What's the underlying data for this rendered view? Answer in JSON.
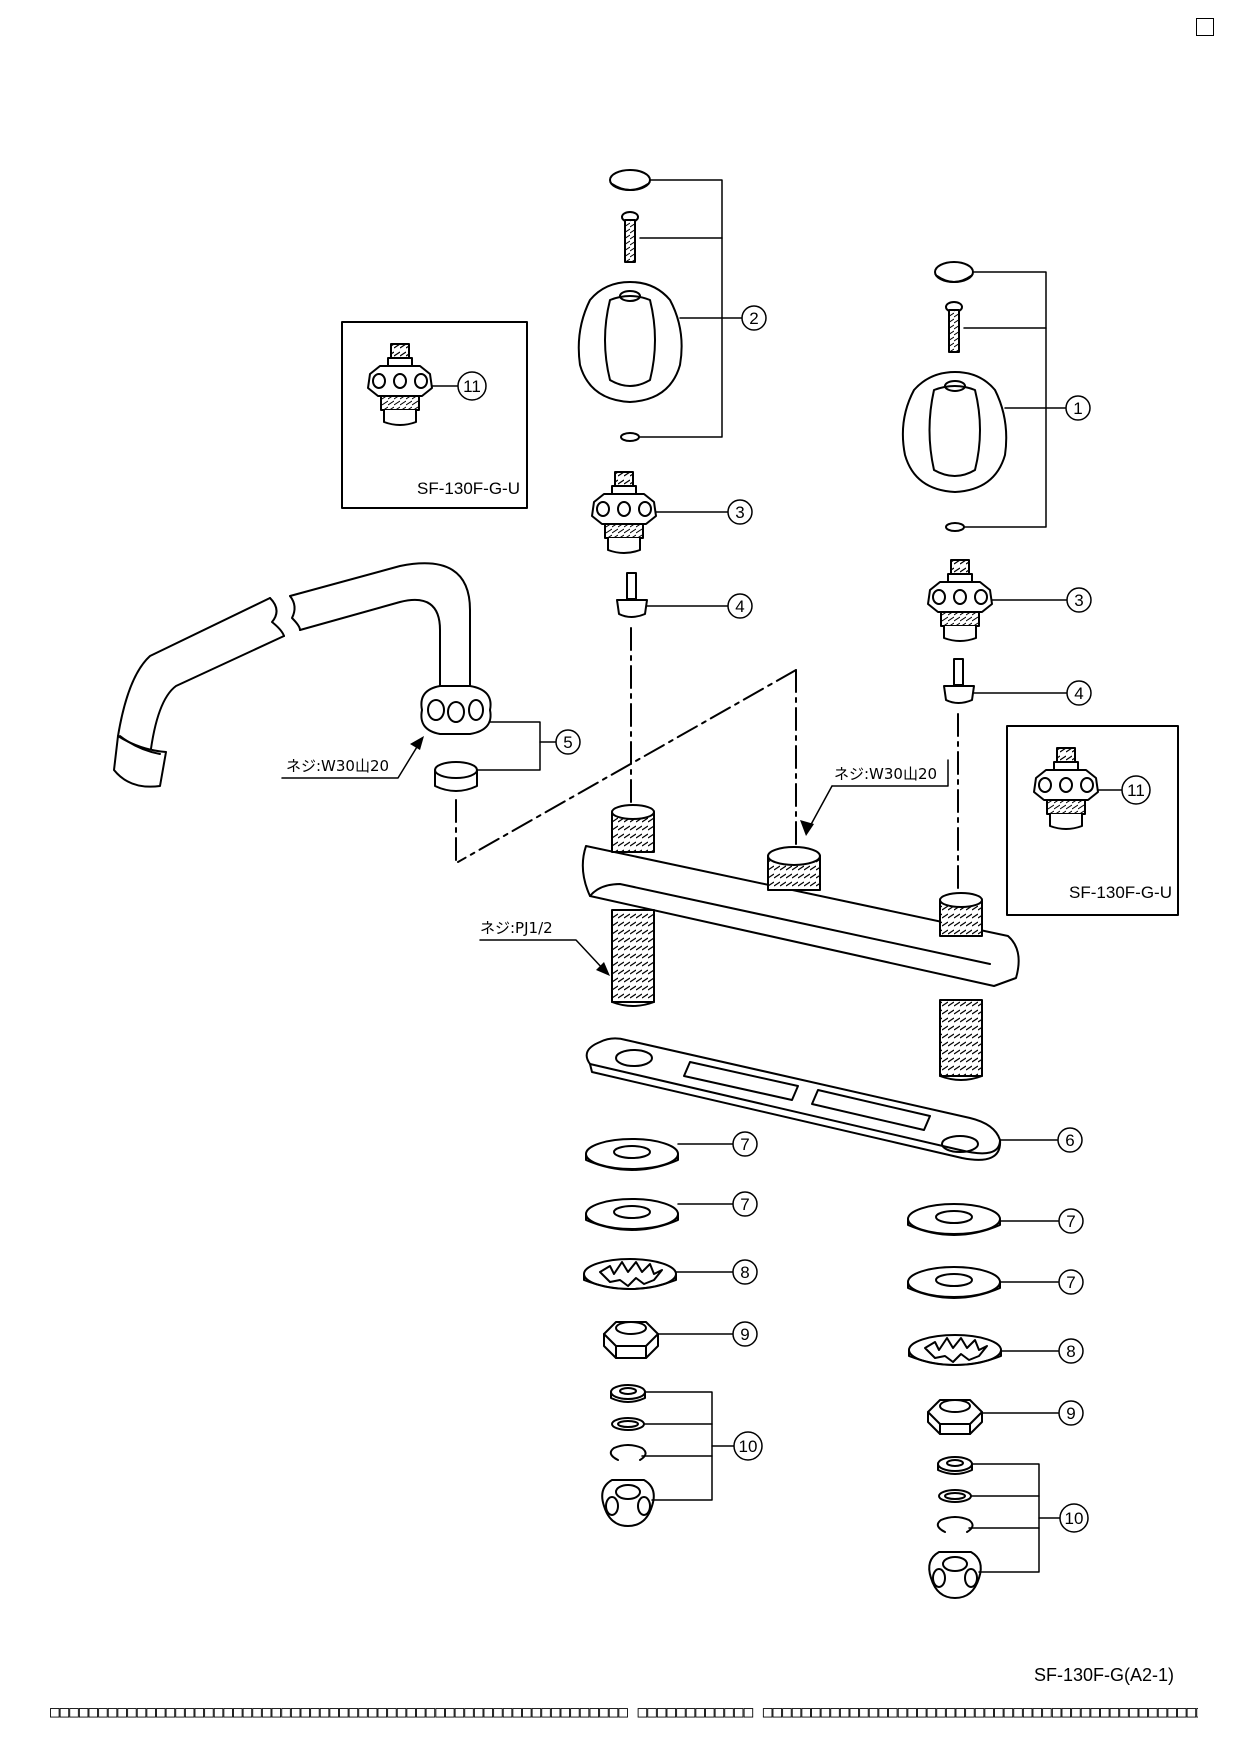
{
  "header": {
    "corner_mark": "□"
  },
  "callouts": {
    "c1": "1",
    "c2": "2",
    "c3a": "3",
    "c3b": "3",
    "c4a": "4",
    "c4b": "4",
    "c5": "5",
    "c6": "6",
    "c7a": "7",
    "c7b": "7",
    "c7c": "7",
    "c7d": "7",
    "c8a": "8",
    "c8b": "8",
    "c9a": "9",
    "c9b": "9",
    "c10a": "10",
    "c10b": "10",
    "c11a": "11",
    "c11b": "11"
  },
  "inset_labels": {
    "left": "SF-130F-G-U",
    "right": "SF-130F-G-U"
  },
  "thread_labels": {
    "spout": "ネジ:W30山20",
    "center": "ネジ:W30山20",
    "shank": "ネジ:PJ1/2"
  },
  "footer": {
    "doc_code": "SF-130F-G(A2-1)",
    "text": "□□□□□□□□□□□□□□□□□□□□□□□□□□□□□□□□□□□□□□□□□□□□□□□□□□□□□□□□□□□□ □□□□□□□□□□□□ □□□□□□□□□□□□□□□□□□□□□□□□□□□□□□□□□□□□□□□□□□□□□□□□□□□□□□□□□□□□□□□□□□"
  },
  "colors": {
    "ink": "#000000",
    "shade": "#e6e6e6",
    "paper": "#ffffff"
  }
}
